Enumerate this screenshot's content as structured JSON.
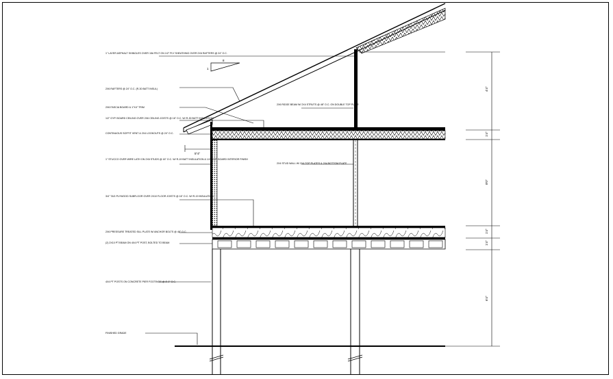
{
  "drawing": {
    "title": "Wall section detail",
    "slope_marker": "8",
    "slope_marker_side": "1",
    "eave_dimension": "5\"4\"",
    "annotations_left": [
      "1\" LAYER ASPHALT SHINGLES OVER 15# FELT ON 1/2\" PLY SHEATHING OVER 2X6 RAFTERS @ 24\" O.C.",
      "2X6 RAFTERS @ 24\" O.C. (R-30 BATT INSUL)",
      "2X6 FASCIA BOARD & 1\"X4\" TRIM",
      "1/2\" GYP. BOARD CEILING OVER 2X6 CEILING JOISTS @ 16\" O.C. W/ R-30 BATT INSULATION",
      "CONTINUOUS SOFFIT VENT & 2X4 LOOKOUTS @ 24\" O.C.",
      "1\" STUCCO OVER WIRE LATH ON 2X6 STUDS @ 16\" O.C. W/ R-19 BATT INSULATION & 1/2\" GYP. BOARD INTERIOR FINISH",
      "3/4\" T&G PLYWOOD SUBFLOOR OVER 2X10 FLOOR JOISTS @ 16\" O.C. W/ R-19 INSULATION",
      "2X6 PRESSURE TREATED SILL PLATE W/ ANCHOR BOLTS @ 48\" O.C.",
      "(2) 2X10 PT BEAM ON 4X4 PT POST, BOLTED TO BEAM",
      "4X4 PT POSTS ON CONCRETE PIER FOOTINGS @ 8'-0\" O.C.",
      "FINISHED GRADE"
    ],
    "annotations_center": [
      "2X6 RIDGE BEAM W/ 2X4 STRUTS @ 48\" O.C. ON DOUBLE TOP PLATE",
      "2X4 STUD WALL W/ 2X4 TOP PLATES & 2X4 BOTTOM PLATE"
    ],
    "dimensions": [
      "4'4\"",
      "1'4\"",
      "8'0\"",
      "1'4\"",
      "1'4\"",
      "6'4\""
    ]
  }
}
